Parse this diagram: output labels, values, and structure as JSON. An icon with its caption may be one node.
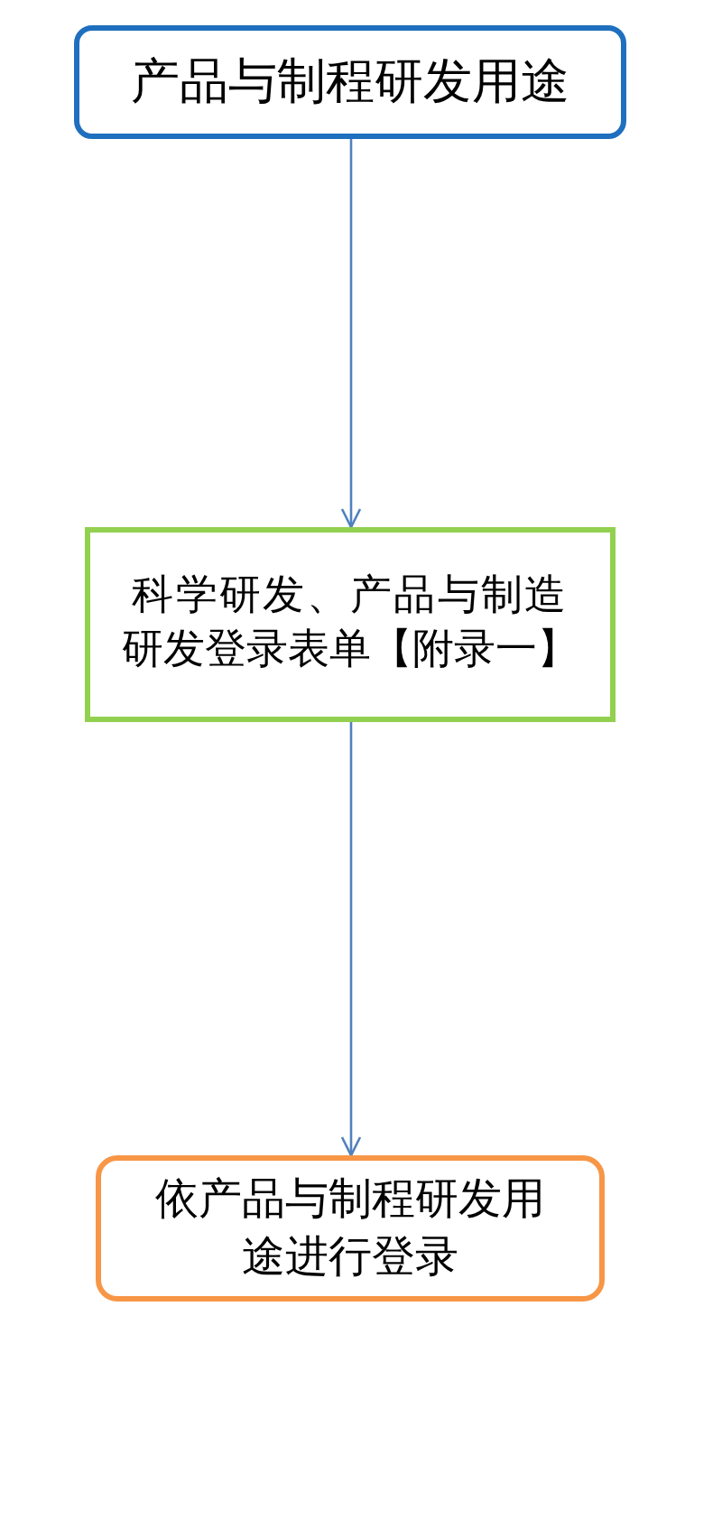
{
  "diagram": {
    "nodes": [
      {
        "text": [
          "产品与制程研发用途"
        ]
      },
      {
        "text": [
          "科学研发、产品与制造研发登录表单【附录一】"
        ]
      },
      {
        "text": [
          "依产品与制程研发用途进行登录"
        ]
      }
    ],
    "edges": [
      {
        "from": 0,
        "to": 1,
        "arrow": "to"
      },
      {
        "from": 1,
        "to": 2,
        "arrow": "to"
      }
    ]
  }
}
